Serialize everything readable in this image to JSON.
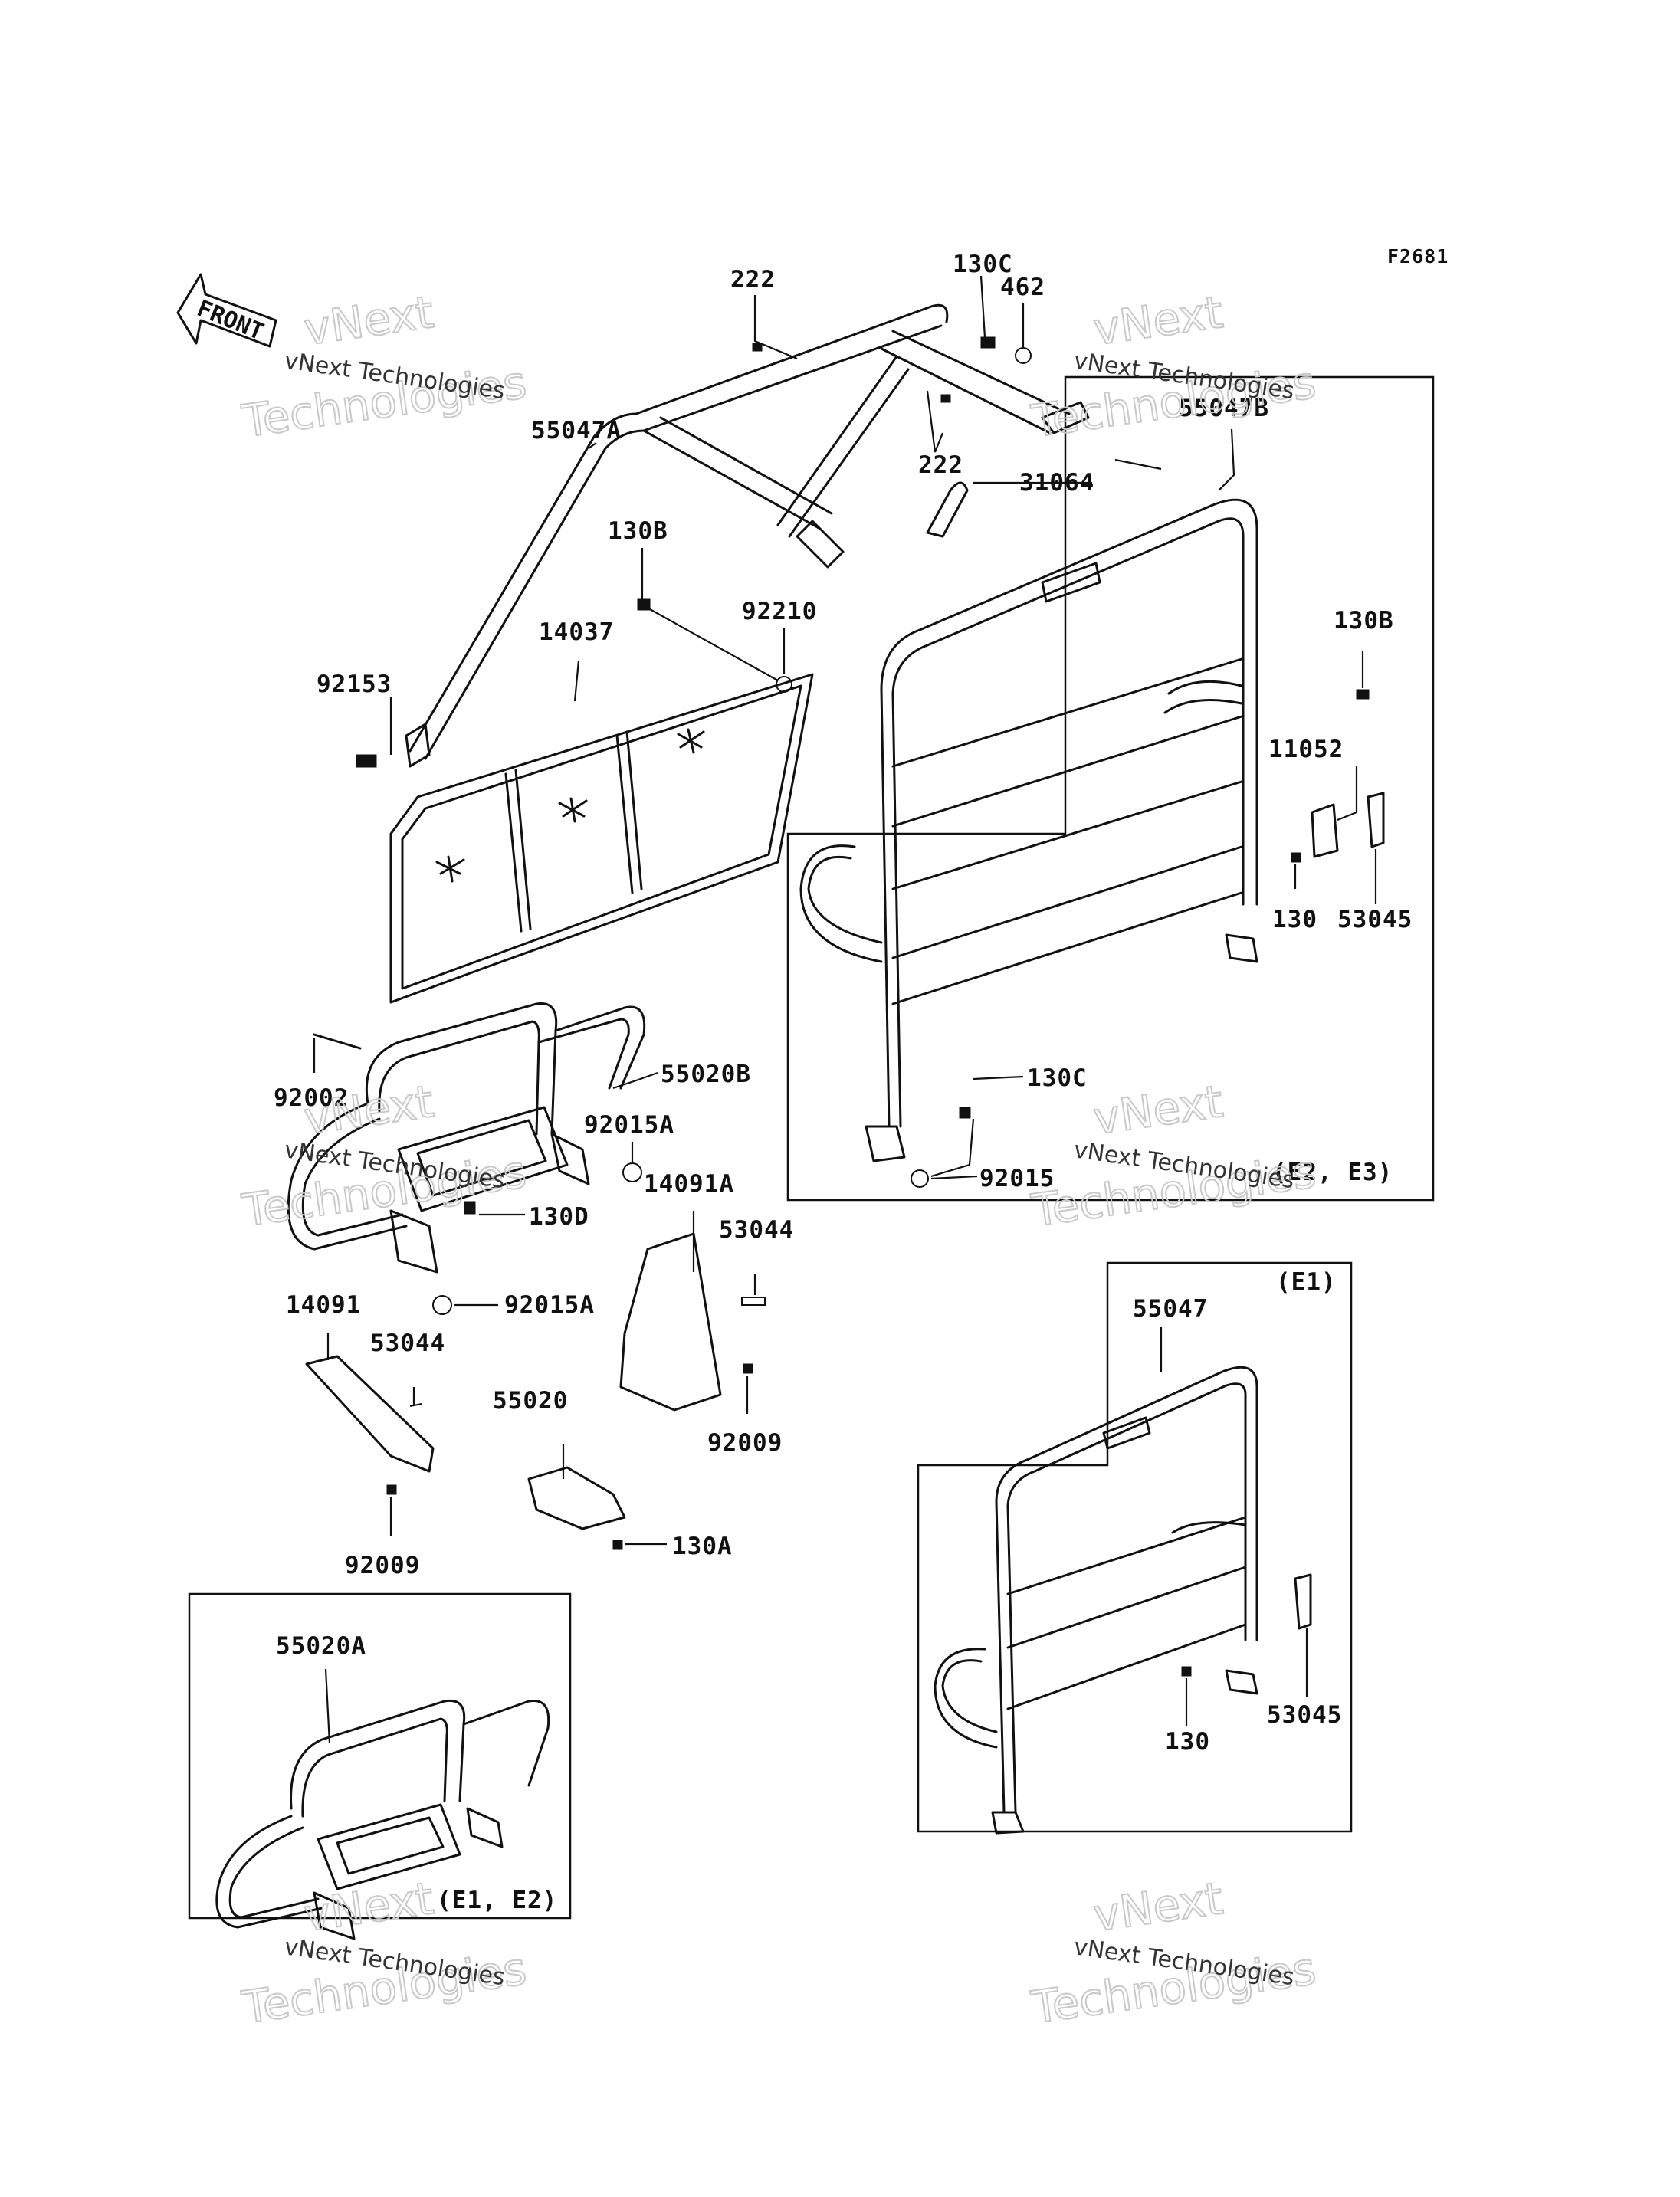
{
  "figure_code": "F2681",
  "front_marker": "FRONT",
  "watermark": {
    "small": "vNext Technologies",
    "big_top": "vNext",
    "big_bottom": "Technologies"
  },
  "parts": {
    "p222_top": "222",
    "p130c_top": "130C",
    "p462": "462",
    "p55047a": "55047A",
    "p55047b": "55047B",
    "p222_mid": "222",
    "p31064": "31064",
    "p130b_left": "130B",
    "p92210": "92210",
    "p14037": "14037",
    "p92153": "92153",
    "p130b_right": "130B",
    "p11052": "11052",
    "p130_right": "130",
    "p53045_right": "53045",
    "p92002": "92002",
    "p55020b": "55020B",
    "p92015a_top": "92015A",
    "p14091a": "14091A",
    "p130c_mid": "130C",
    "p92015": "92015",
    "p130d": "130D",
    "p53044_right": "53044",
    "p92015a_bottom": "92015A",
    "p14091": "14091",
    "p53044_left": "53044",
    "p55020": "55020",
    "p92009_right": "92009",
    "p92009_left": "92009",
    "p130a": "130A",
    "p55047": "55047",
    "p130_bottom": "130",
    "p53045_bottom": "53045",
    "p55020a": "55020A"
  },
  "variant_tags": {
    "e2_e3": "(E2, E3)",
    "e1": "(E1)",
    "e1_e2": "(E1, E2)"
  }
}
